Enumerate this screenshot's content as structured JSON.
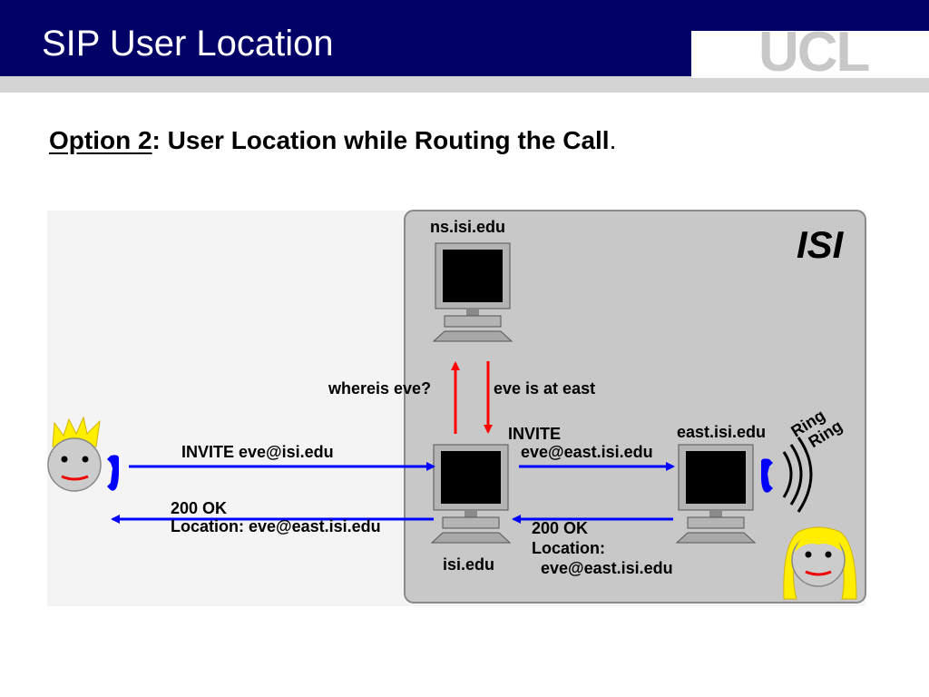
{
  "slide": {
    "title": "SIP User Location",
    "logo": "UCL",
    "subtitle_underlined": "Option 2",
    "subtitle_rest": ": User Location while Routing the Call",
    "subtitle_dot": "."
  },
  "diagram": {
    "domain_label": "ISI",
    "hosts": {
      "ns": "ns.isi.edu",
      "proxy": "isi.edu",
      "east": "east.isi.edu"
    },
    "messages": {
      "invite_in": "INVITE eve@isi.edu",
      "ok_out_line1": "200 OK",
      "ok_out_line2": "Location: eve@east.isi.edu",
      "whereis": "whereis eve?",
      "answer": "eve is at east",
      "invite_fwd_line1": "INVITE",
      "invite_fwd_line2": "eve@east.isi.edu",
      "ok_back_line1": "200 OK",
      "ok_back_line2": "Location:",
      "ok_back_line3": "eve@east.isi.edu"
    },
    "ring_line1": "Ring",
    "ring_line2": "Ring",
    "colors": {
      "request_arrow": "#0000ff",
      "lookup_arrow": "#ff0000",
      "domain_box": "#c8c8c8",
      "header_bg": "#000066"
    }
  }
}
